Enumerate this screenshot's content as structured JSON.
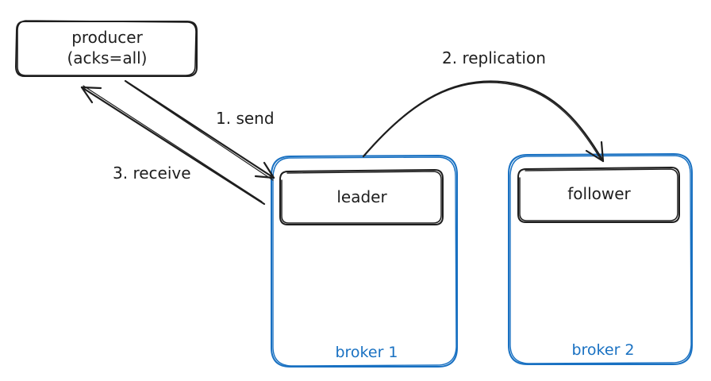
{
  "diagram": {
    "producer": {
      "line1": "producer",
      "line2": "(acks=all)"
    },
    "arrows": {
      "send": "1. send",
      "replication": "2. replication",
      "receive": "3. receive"
    },
    "brokers": [
      {
        "name": "broker 1",
        "node_label": "leader"
      },
      {
        "name": "broker 2",
        "node_label": "follower"
      }
    ],
    "colors": {
      "ink": "#1e1e1e",
      "broker_border": "#1971c2",
      "background": "#ffffff"
    }
  }
}
